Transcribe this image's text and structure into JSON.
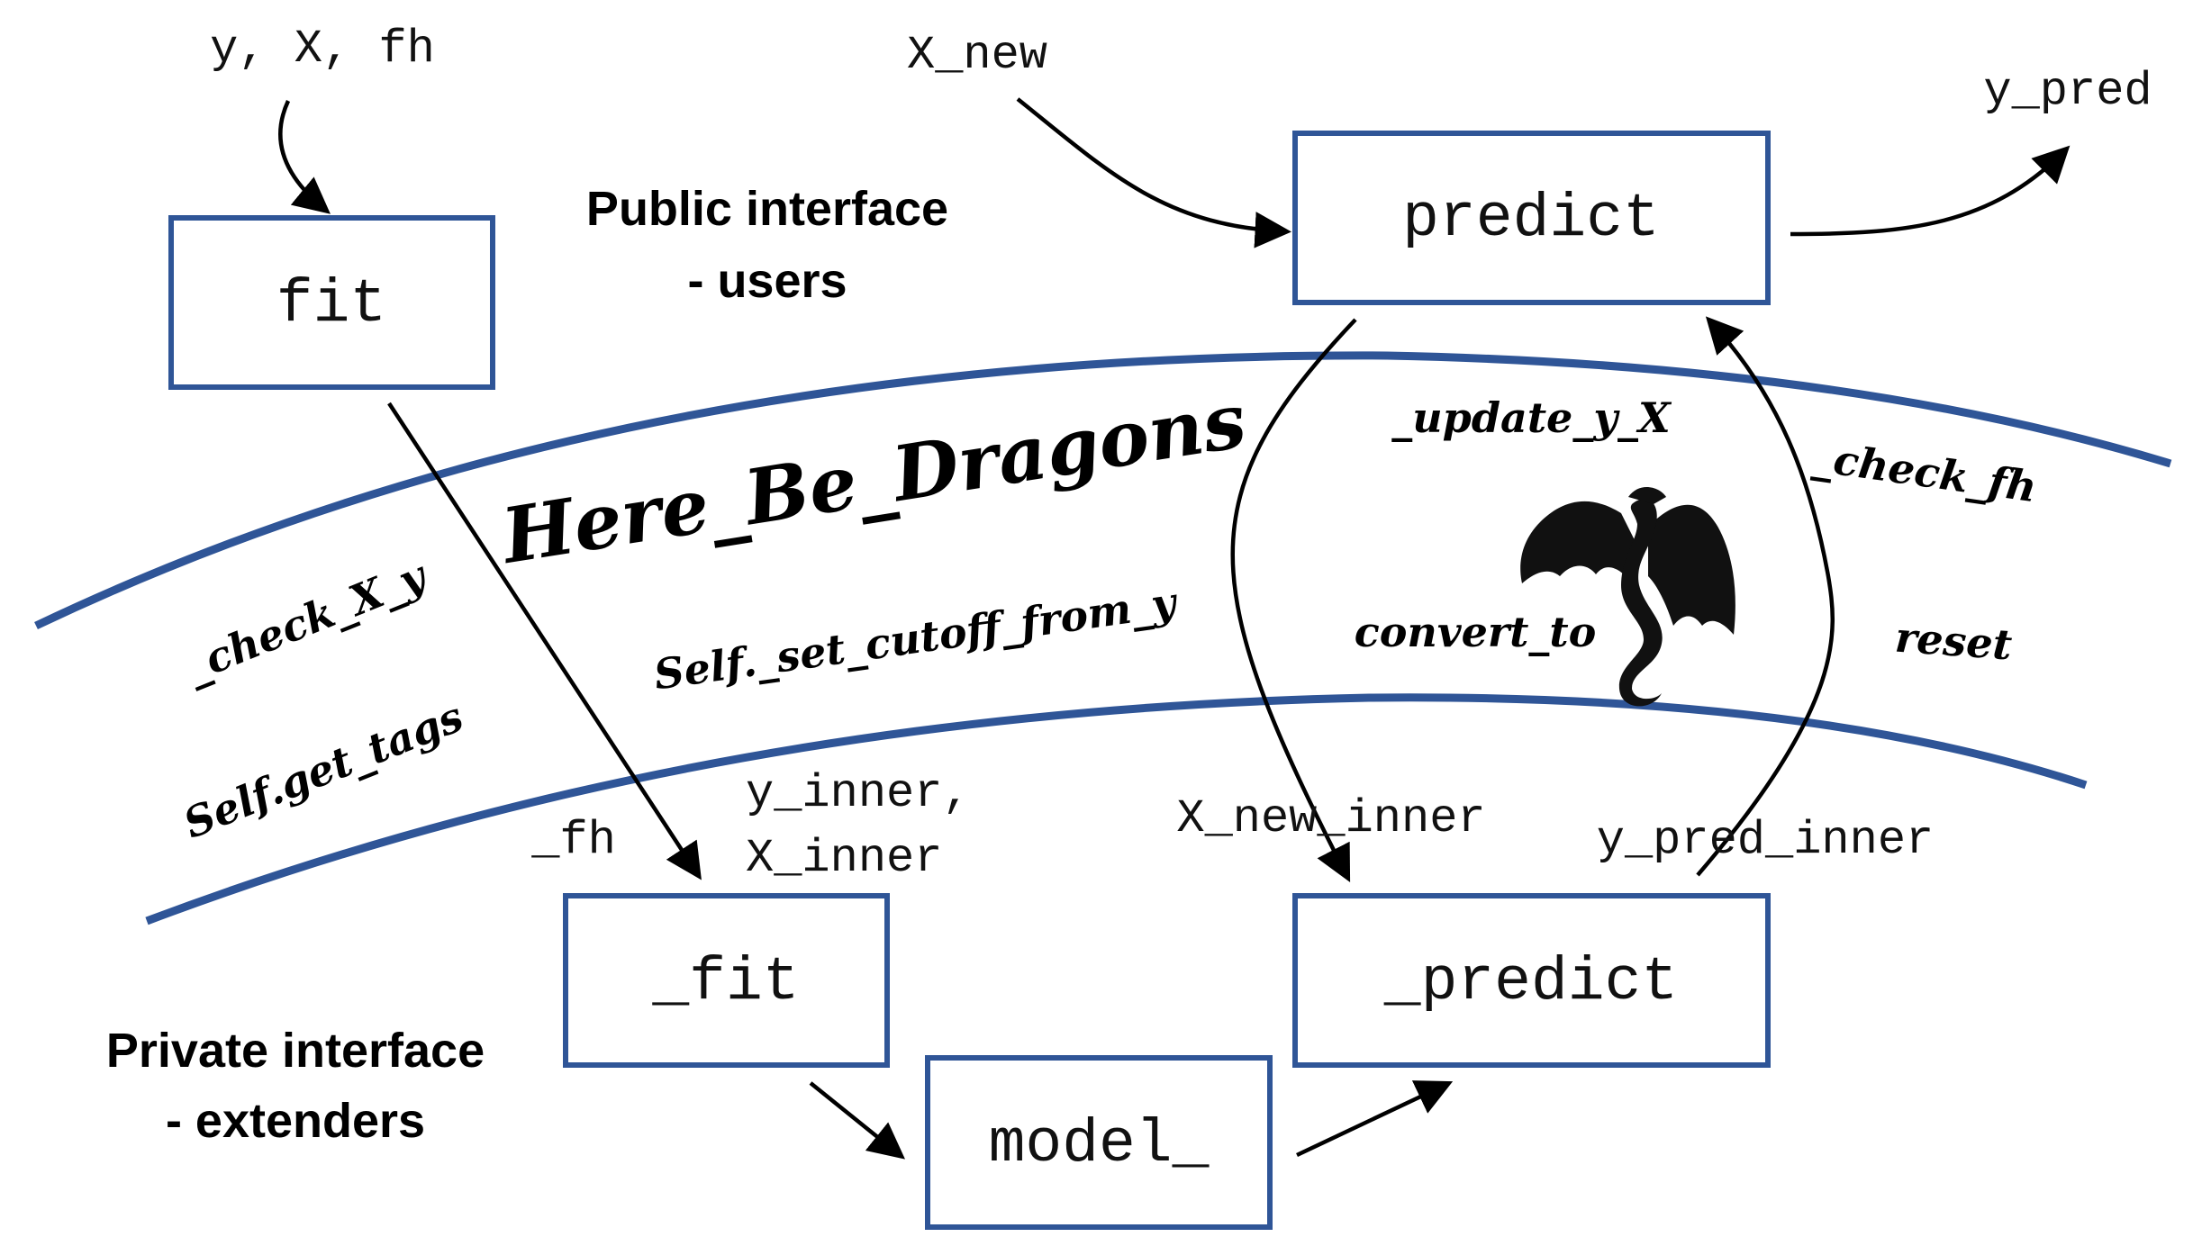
{
  "public_interface": {
    "line1": "Public interface",
    "line2": "- users"
  },
  "private_interface": {
    "line1": "Private interface",
    "line2": "- extenders"
  },
  "boxes": {
    "fit": "fit",
    "predict": "predict",
    "_fit": "_fit",
    "_predict": "_predict",
    "model_": "model_"
  },
  "io_labels": {
    "fit_inputs": "y, X, fh",
    "x_new": "X_new",
    "y_pred": "y_pred",
    "fh_inner": "_fh",
    "y_inner": "y_inner,",
    "x_inner": "X_inner",
    "x_new_inner": "X_new_inner",
    "y_pred_inner": "y_pred_inner"
  },
  "dragons_zone": {
    "title": "Here_Be_Dragons",
    "check_x_y": "_check_X_y",
    "self_get_tags": "Self.get_tags",
    "set_cutoff": "Self._set_cutoff_from_y",
    "update_y_x": "_update_y_X",
    "check_fh": "_check_fh",
    "convert_to": "convert_to",
    "reset": "reset"
  },
  "icons": {
    "dragon": "dragon-silhouette-icon"
  },
  "colors": {
    "box_border": "#2f5597",
    "band": "#2f5597",
    "arrow": "#000000"
  }
}
